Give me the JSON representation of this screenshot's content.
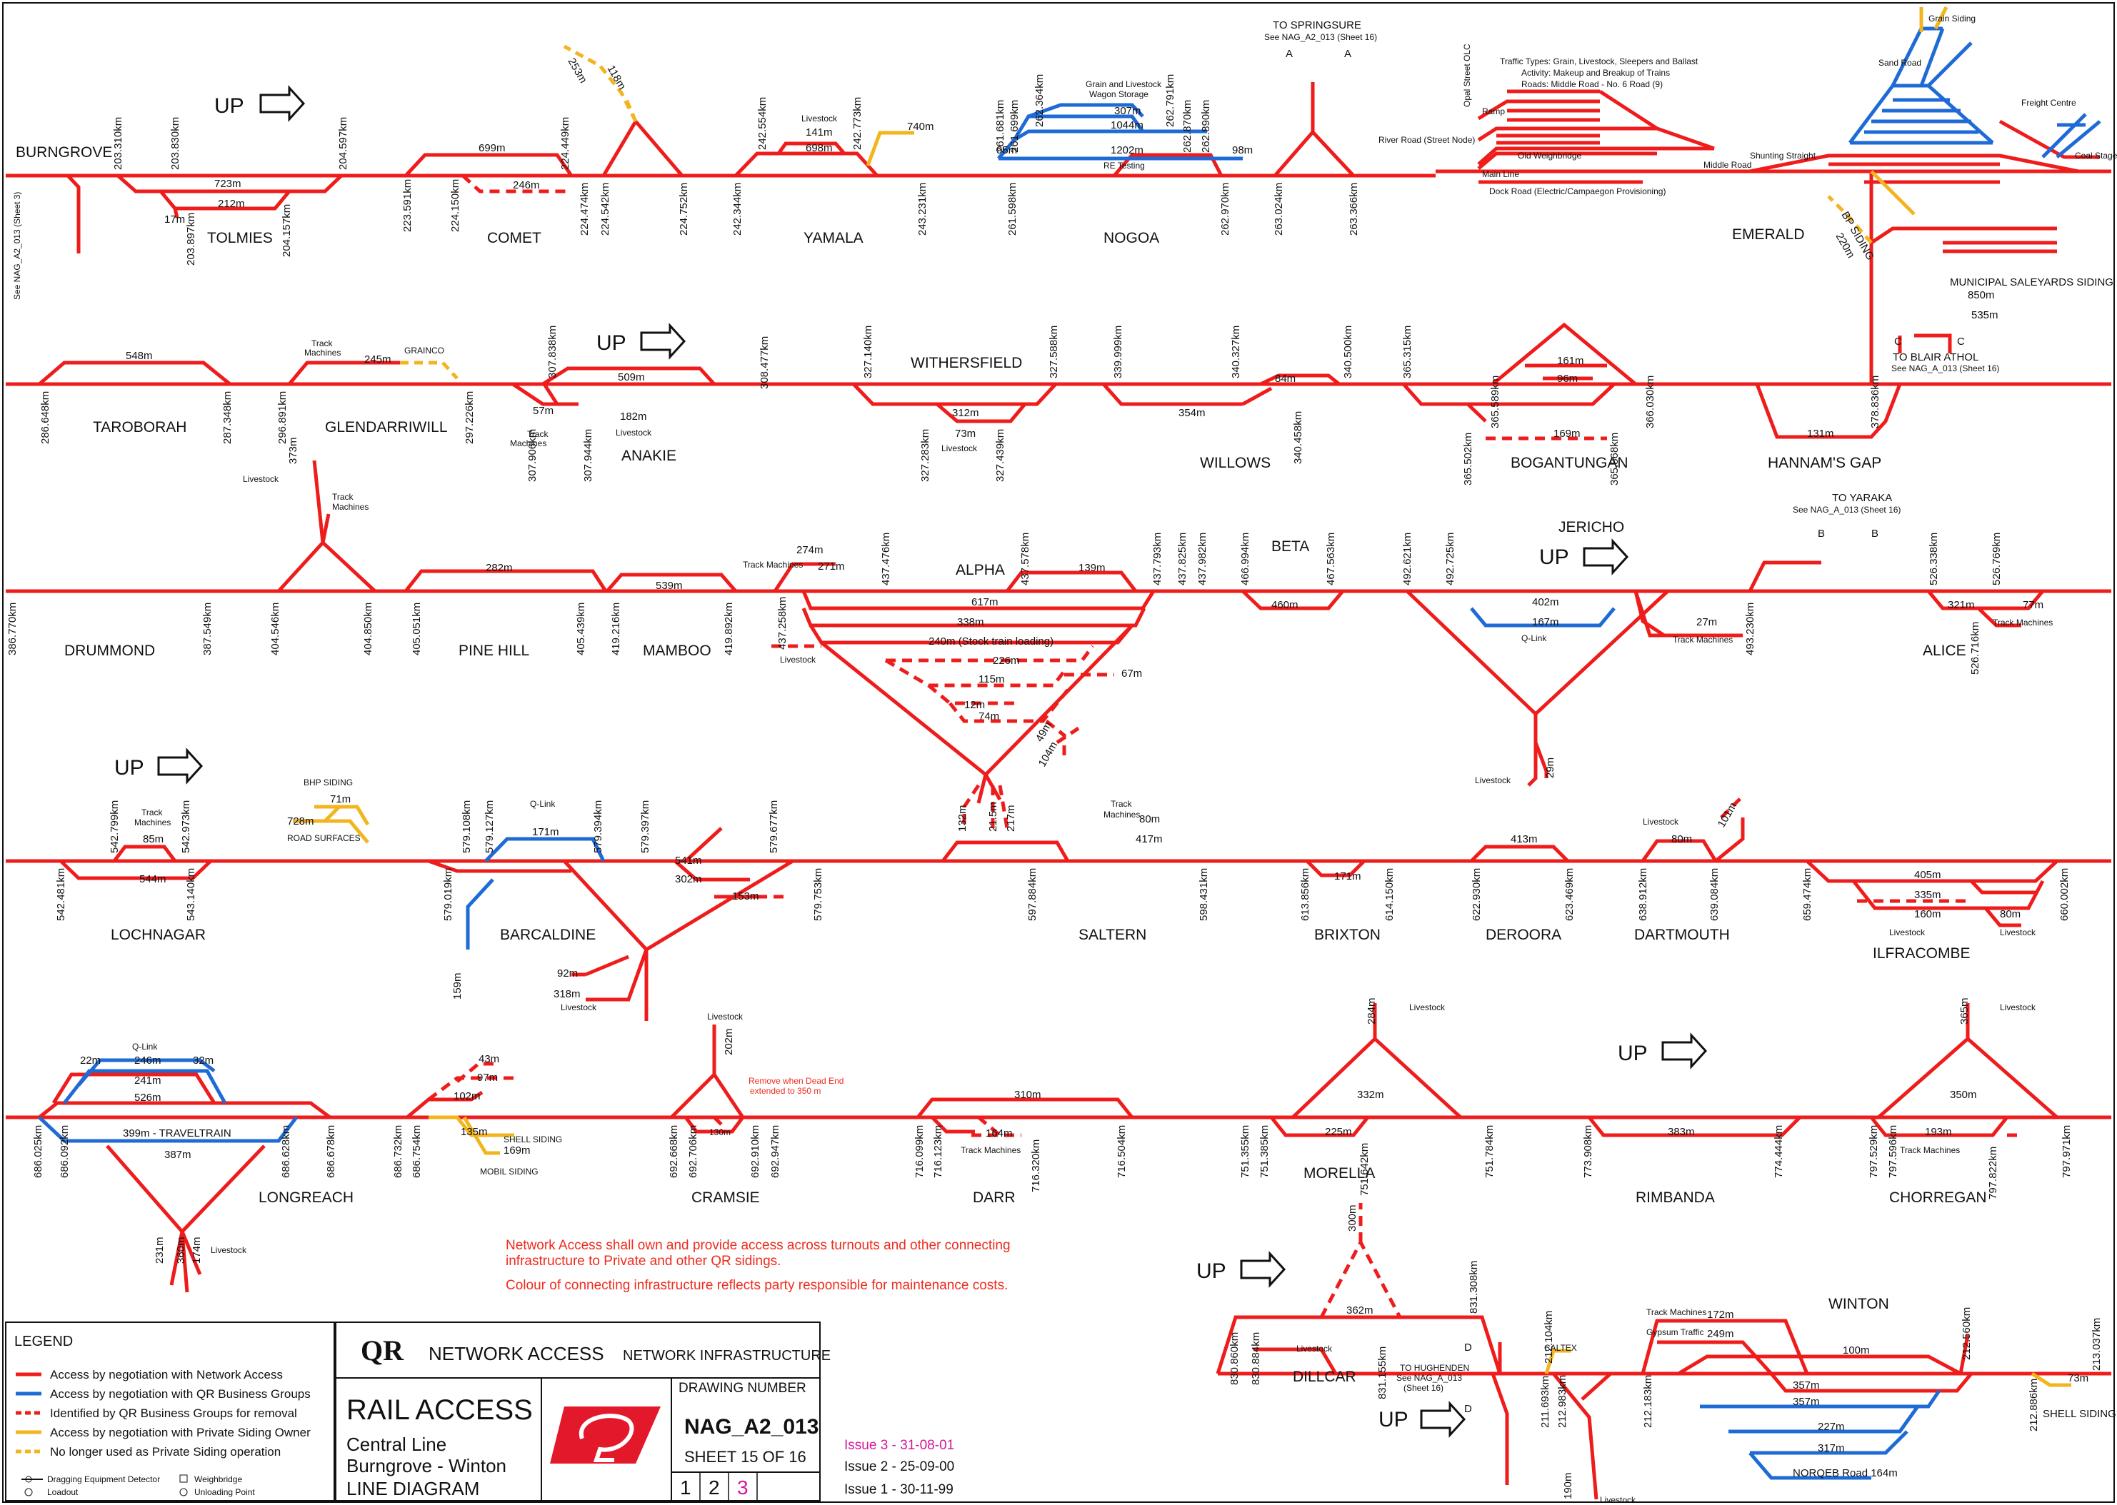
{
  "colors": {
    "network_access": "#ef1c1c",
    "qr_business_groups": "#1f6bd6",
    "removal": "#ef1c1c",
    "private_siding": "#f2b51e",
    "not_used": "#f2b51e",
    "note_text": "#ef2b1c",
    "issue3": "#d6169a"
  },
  "up_label": "UP",
  "stations": [
    {
      "name": "BURNGROVE"
    },
    {
      "name": "TOLMIES"
    },
    {
      "name": "COMET"
    },
    {
      "name": "YAMALA"
    },
    {
      "name": "NOGOA"
    },
    {
      "name": "EMERALD"
    },
    {
      "name": "TAROBORAH"
    },
    {
      "name": "GLENDARRIWILL"
    },
    {
      "name": "ANAKIE"
    },
    {
      "name": "WITHERSFIELD"
    },
    {
      "name": "WILLOWS"
    },
    {
      "name": "BOGANTUNGAN"
    },
    {
      "name": "HANNAM'S GAP"
    },
    {
      "name": "DRUMMOND"
    },
    {
      "name": "PINE HILL"
    },
    {
      "name": "MAMBOO"
    },
    {
      "name": "ALPHA"
    },
    {
      "name": "BETA"
    },
    {
      "name": "JERICHO"
    },
    {
      "name": "ALICE"
    },
    {
      "name": "LOCHNAGAR"
    },
    {
      "name": "BARCALDINE"
    },
    {
      "name": "SALTERN"
    },
    {
      "name": "BRIXTON"
    },
    {
      "name": "DEROORA"
    },
    {
      "name": "DARTMOUTH"
    },
    {
      "name": "ILFRACOMBE"
    },
    {
      "name": "LONGREACH"
    },
    {
      "name": "CRAMSIE"
    },
    {
      "name": "DARR"
    },
    {
      "name": "MORELLA"
    },
    {
      "name": "RIMBANDA"
    },
    {
      "name": "CHORREGAN"
    },
    {
      "name": "DILLCAR"
    },
    {
      "name": "WINTON"
    }
  ],
  "row1": {
    "see_sheet3": "See NAG_A2_013 (Sheet 3)",
    "km": [
      "203.310km",
      "203.830km",
      "203.897km",
      "204.157km",
      "204.597km",
      "223.591km",
      "224.150km",
      "224.449km",
      "224.474km",
      "224.542km",
      "224.752km",
      "242.344km",
      "242.554km",
      "242.773km",
      "243.231km",
      "261.598km",
      "261.681km",
      "261.699km",
      "262.364km",
      "262.791km",
      "262.870km",
      "262.890km",
      "262.970km",
      "263.024km",
      "263.366km"
    ],
    "lens": [
      "723m",
      "212m",
      "17m",
      "699m",
      "246m",
      "253m",
      "118m",
      "141m",
      "698m",
      "740m",
      "307m",
      "1044m",
      "1202m",
      "95m",
      "98m"
    ],
    "labels": [
      "Livestock",
      "Grain and Livestock",
      "Wagon Storage",
      "RE Testing",
      "Dock Road (Electric/Campaegon Provisioning)",
      "Opal Street OLC",
      "Main Line",
      "River Road (Street Node)",
      "Ramp",
      "Middle Road",
      "Old Weighbridge",
      "Shunting Straight",
      "BP SIDING",
      "220m",
      "MUNICIPAL SALEYARDS SIDING",
      "850m",
      "535m",
      "Freight Centre",
      "Coal Stage",
      "Grain Siding",
      "Sand Road"
    ],
    "emerald_text": [
      "Traffic Types: Grain, Livestock, Sleepers and Ballast",
      "Activity: Makeup and Breakup of Trains",
      "Roads: Middle Road - No. 6 Road (9)"
    ],
    "to_springsure": "TO SPRINGSURE",
    "springsure_sheet": "See NAG_A2_013 (Sheet 16)",
    "to_blair": "TO BLAIR ATHOL",
    "blair_sheet": "See NAG_A_013 (Sheet 16)",
    "A": "A",
    "C": "C"
  },
  "row2": {
    "km": [
      "286.648km",
      "287.348km",
      "296.891km",
      "297.226km",
      "307.838km",
      "307.906km",
      "307.944km",
      "308.477km",
      "327.140km",
      "327.283km",
      "327.439km",
      "327.588km",
      "339.999km",
      "340.327km",
      "340.458km",
      "340.500km",
      "365.315km",
      "365.502km",
      "365.589km",
      "365.868km",
      "366.030km",
      "378.836km"
    ],
    "lens": [
      "548m",
      "245m",
      "509m",
      "182m",
      "57m",
      "312m",
      "73m",
      "354m",
      "84m",
      "161m",
      "96m",
      "169m",
      "131m"
    ],
    "labels": [
      "Track",
      "Machines",
      "GRAINCO",
      "Livestock",
      "Track Machines"
    ]
  },
  "row3": {
    "km": [
      "386.770km",
      "387.549km",
      "404.546km",
      "404.850km",
      "405.051km",
      "405.439km",
      "419.216km",
      "419.892km",
      "437.258km",
      "437.476km",
      "437.578km",
      "437.793km",
      "437.825km",
      "437.982km",
      "466.994km",
      "467.563km",
      "492.621km",
      "492.725km",
      "493.230km",
      "526.338km",
      "526.716km",
      "526.769km"
    ],
    "lens": [
      "373m",
      "274m",
      "282m",
      "539m",
      "271m",
      "617m",
      "338m",
      "240m (Stock train loading)",
      "226m",
      "115m",
      "12m",
      "74m",
      "67m",
      "49m",
      "104m",
      "139m",
      "460m",
      "402m",
      "167m",
      "27m",
      "321m",
      "77m",
      "132m",
      "21.5m",
      "217m",
      "29m"
    ],
    "labels": [
      "Livestock",
      "Track",
      "Machines",
      "Track Machines",
      "Q-Link",
      "TO YARAKA",
      "See NAG_A_013 (Sheet 16)",
      "B"
    ]
  },
  "row4": {
    "km": [
      "542.481km",
      "542.799km",
      "542.973km",
      "543.140km",
      "579.019km",
      "579.108km",
      "579.127km",
      "579.394km",
      "579.397km",
      "579.677km",
      "579.753km",
      "597.884km",
      "598.431km",
      "613.856km",
      "614.150km",
      "622.930km",
      "623.469km",
      "638.912km",
      "639.084km",
      "659.474km",
      "660.002km"
    ],
    "lens": [
      "85m",
      "544m",
      "71m",
      "728m",
      "171m",
      "541m",
      "302m",
      "153m",
      "159m",
      "92m",
      "318m",
      "80m",
      "417m",
      "171m",
      "413m",
      "80m",
      "101m",
      "405m",
      "335m",
      "160m",
      "80m"
    ],
    "labels": [
      "Track",
      "Machines",
      "BHP SIDING",
      "ROAD SURFACES",
      "Q-Link",
      "Livestock",
      "Track Machines"
    ]
  },
  "row5": {
    "km": [
      "686.025km",
      "686.092km",
      "686.628km",
      "686.678km",
      "686.732km",
      "686.754km",
      "692.668km",
      "692.706km",
      "692.910km",
      "692.947km",
      "716.099km",
      "716.123km",
      "716.320km",
      "716.504km",
      "751.355km",
      "751.385km",
      "751.642km",
      "751.784km",
      "773.908km",
      "774.444km",
      "797.529km",
      "797.596km",
      "797.822km",
      "797.971km"
    ],
    "lens": [
      "22m",
      "246m",
      "32m",
      "241m",
      "526m",
      "399m - TRAVELTRAIN",
      "387m",
      "231m",
      "360m",
      "174m",
      "43m",
      "97m",
      "102m",
      "135m",
      "169m",
      "202m",
      "130m",
      "310m",
      "164m",
      "284m",
      "332m",
      "225m",
      "383m",
      "365m",
      "350m",
      "193m"
    ],
    "labels": [
      "Q-Link",
      "SHELL SIDING",
      "MOBIL SIDING",
      "Livestock",
      "Remove when Dead End",
      "extended to 350 m",
      "Track Machines"
    ]
  },
  "row6": {
    "km": [
      "830.860km",
      "830.884km",
      "831.155km",
      "831.308km",
      "211.693km",
      "212.983km",
      "212.104km",
      "212.183km",
      "212.560km",
      "212.886km",
      "213.037km"
    ],
    "lens": [
      "300m",
      "362m",
      "172m",
      "249m",
      "100m",
      "357m",
      "357m",
      "227m",
      "317m",
      "190m",
      "73m"
    ],
    "labels": [
      "Livestock",
      "CALTEX",
      "TO HUGHENDEN",
      "See NAG_A_013",
      "(Sheet 16)",
      "Track Machines",
      "Gypsum Traffic",
      "NORQEB Road 164m",
      "SHELL SIDING",
      "D"
    ]
  },
  "notes": [
    "Network Access shall own and provide access across turnouts and other connecting",
    "infrastructure to Private and other QR sidings.",
    "Colour of connecting infrastructure reflects party responsible for maintenance costs."
  ],
  "legend": {
    "title": "LEGEND",
    "items": [
      "Access by negotiation with Network Access",
      "Access by negotiation with QR Business Groups",
      "Identified by QR Business Groups for removal",
      "Access by negotiation with Private Siding Owner",
      "No longer used as Private Siding operation"
    ],
    "symbols": [
      "Dragging Equipment Detector",
      "Loadout",
      "Weighbridge",
      "Unloading Point"
    ]
  },
  "title_block": {
    "qr": "QR",
    "network_access": "NETWORK ACCESS",
    "infrastructure": "NETWORK INFRASTRUCTURE",
    "rail_access": "RAIL ACCESS",
    "line": "Central Line",
    "route": "Burngrove - Winton",
    "diagram": "LINE DIAGRAM",
    "drawing_number_label": "DRAWING NUMBER",
    "drawing_number": "NAG_A2_013",
    "sheet": "SHEET 15 OF 16",
    "parts": [
      "1",
      "2",
      "3"
    ],
    "issues": [
      "Issue 3 - 31-08-01",
      "Issue 2 - 25-09-00",
      "Issue 1 - 30-11-99"
    ]
  }
}
